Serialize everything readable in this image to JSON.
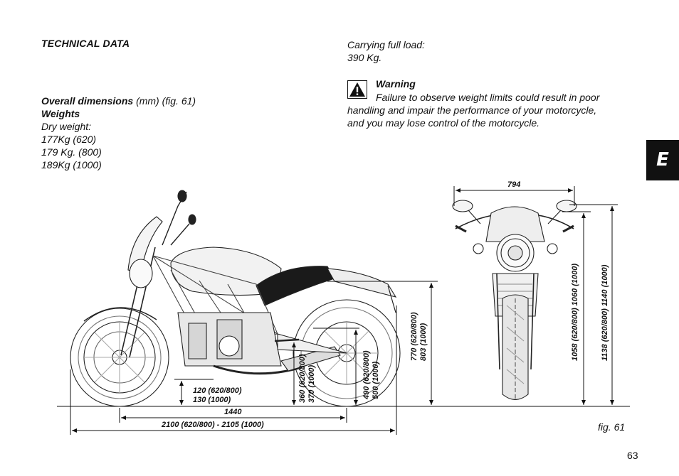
{
  "section": {
    "title": "TECHNICAL DATA"
  },
  "dimensions": {
    "heading": "Overall dimensions",
    "heading_suffix": "(mm) (fig. 61)"
  },
  "weights": {
    "heading": "Weights",
    "dry_label": "Dry weight:",
    "dry_620": "177Kg (620)",
    "dry_800": "179 Kg. (800)",
    "dry_1000": "189Kg (1000)",
    "full_load_label": "Carrying full load:",
    "full_load_value": "390 Kg."
  },
  "warning": {
    "title": "Warning",
    "line1": "Failure to observe weight limits could result in poor",
    "line2": "handling and impair the performance of your motorcycle,",
    "line3": "and you may lose control of the motorcycle."
  },
  "tab_letter": "E",
  "figure": {
    "width_label": "794",
    "seat_to_step_1": "120 (620/800)",
    "seat_to_step_2": "130 (1000)",
    "wheelbase": "1440",
    "length": "2100 (620/800) - 2105 (1000)",
    "peg_1": "360 (620/800)",
    "peg_2": "370 (1000)",
    "axle_1": "490 (620/800)",
    "axle_2": "500 (1000)",
    "seat_h_1": "770 (620/800)",
    "seat_h_2": "803 (1000)",
    "mirror_h_1": "1058 (620/800) 1060 (1000)",
    "total_h_1": "1138 (620/800)  1140 (1000)",
    "caption": "fig. 61"
  },
  "page_number": "63"
}
